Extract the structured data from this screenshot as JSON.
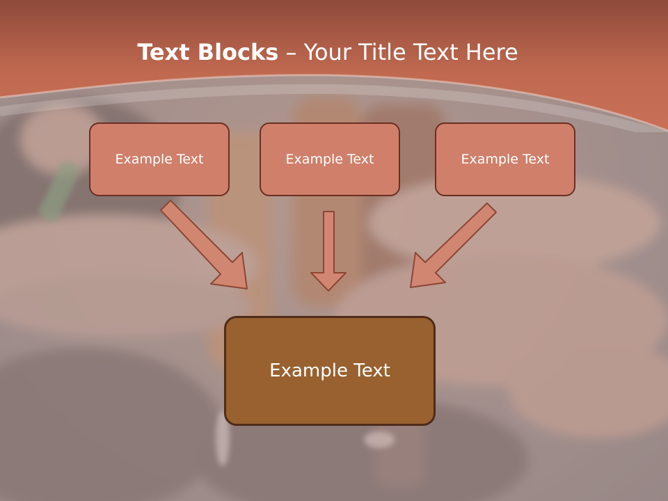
{
  "slide": {
    "title_bold": "Text Blocks",
    "title_separator": "–",
    "title_rest": "Your Title Text Here",
    "top_blocks": [
      {
        "label": "Example Text"
      },
      {
        "label": "Example Text"
      },
      {
        "label": "Example Text"
      }
    ],
    "bottom_block": {
      "label": "Example Text"
    }
  },
  "colors": {
    "header": "#c86e55",
    "small_block_fill": "#cf7f6a",
    "small_block_border": "#6b2f22",
    "main_block_fill": "#98612f",
    "main_block_border": "#4f2b1a",
    "arrow_fill": "#d08670",
    "arrow_stroke": "#8c4635"
  }
}
